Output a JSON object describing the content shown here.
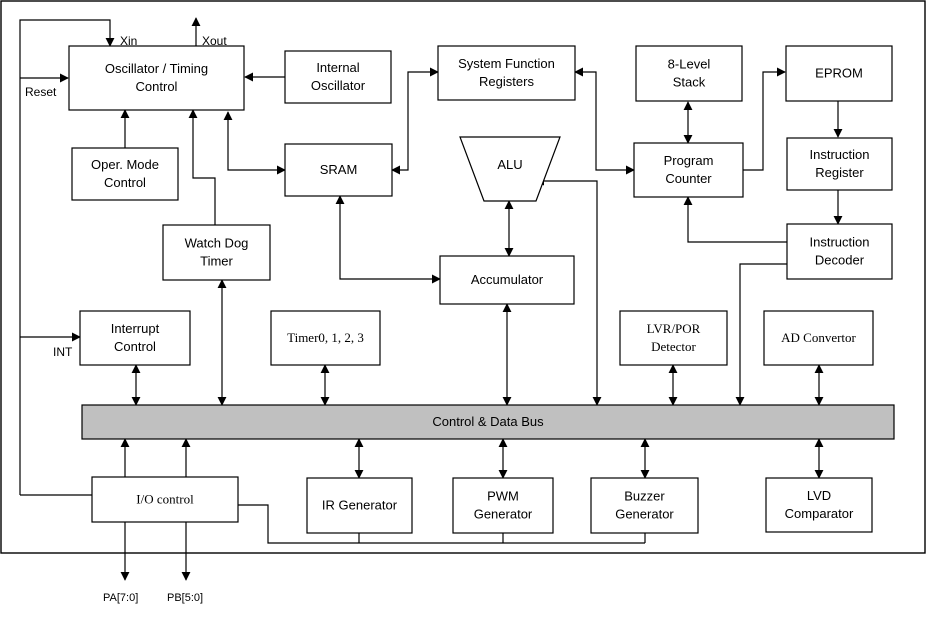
{
  "blocks": {
    "osc_timing": [
      "Oscillator / Timing",
      "Control"
    ],
    "internal_osc": [
      "Internal",
      "Oscillator"
    ],
    "sys_func_reg": [
      "System Function",
      "Registers"
    ],
    "stack": [
      "8-Level",
      "Stack"
    ],
    "eprom": [
      "EPROM"
    ],
    "oper_mode": [
      "Oper. Mode",
      "Control"
    ],
    "sram": [
      "SRAM"
    ],
    "alu": [
      "ALU"
    ],
    "program_counter": [
      "Program",
      "Counter"
    ],
    "instruction_register": [
      "Instruction",
      "Register"
    ],
    "watch_dog": [
      "Watch Dog",
      "Timer"
    ],
    "accumulator": [
      "Accumulator"
    ],
    "instruction_decoder": [
      "Instruction",
      "Decoder"
    ],
    "interrupt": [
      "Interrupt",
      "Control"
    ],
    "timers": [
      "Timer0, 1, 2, 3"
    ],
    "lvr_por": [
      "LVR/POR",
      "Detector"
    ],
    "ad_convertor": [
      "AD Convertor"
    ],
    "bus": [
      "Control  & Data Bus"
    ],
    "io_control": [
      "I/O control"
    ],
    "ir_generator": [
      "IR Generator"
    ],
    "pwm_generator": [
      "PWM",
      "Generator"
    ],
    "buzzer_generator": [
      "Buzzer",
      "Generator"
    ],
    "lvd_comparator": [
      "LVD",
      "Comparator"
    ]
  },
  "pins": {
    "xin": "Xin",
    "xout": "Xout",
    "reset": "Reset",
    "int": "INT",
    "pa": "PA[7:0]",
    "pb": "PB[5:0]"
  }
}
